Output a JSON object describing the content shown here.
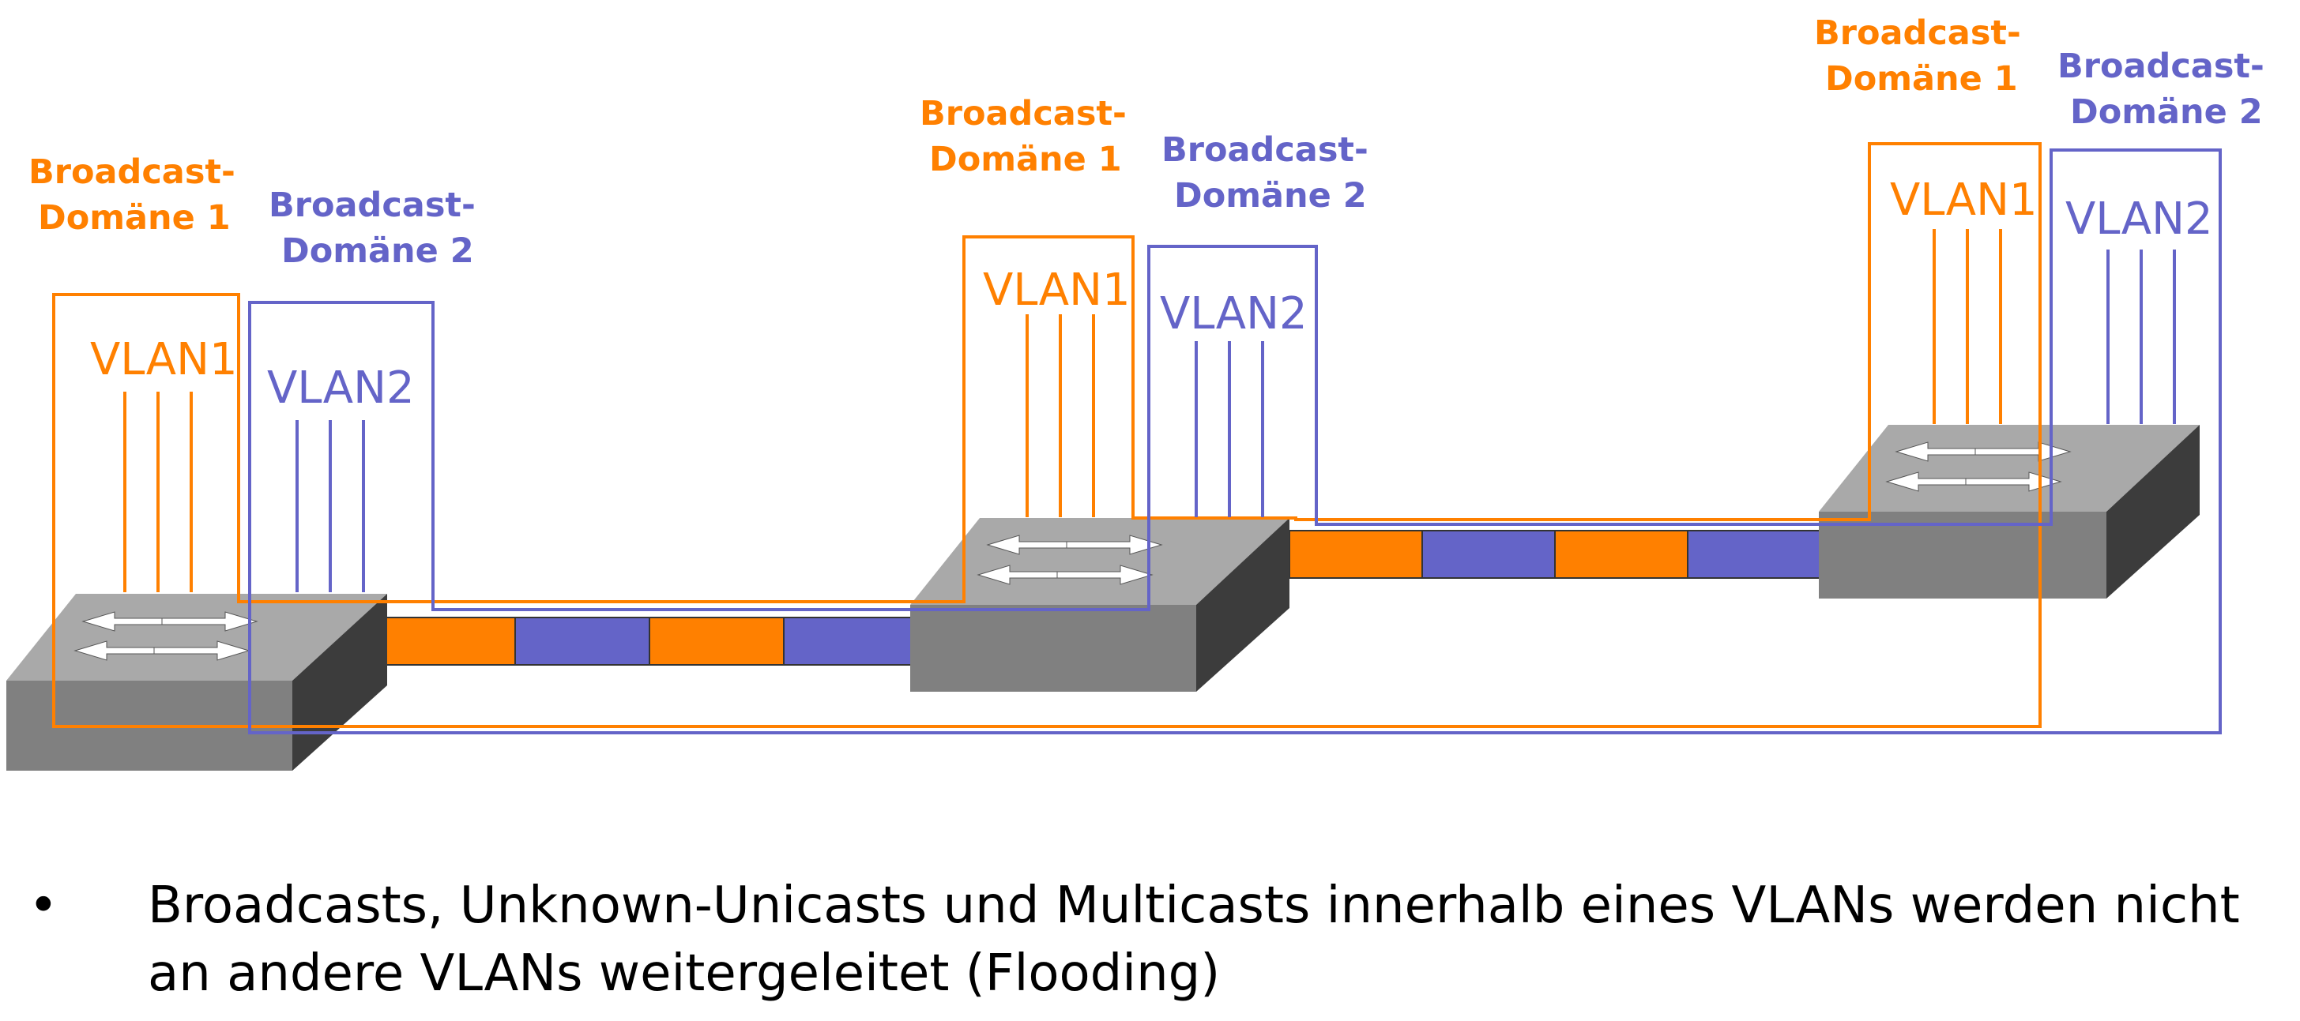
{
  "colors": {
    "vlan1": "#ff8000",
    "vlan2": "#6464c8",
    "switch_top": "#a9a9a9",
    "switch_front": "#808080",
    "switch_side": "#3c3c3c"
  },
  "labels": {
    "bd1_line1": "Broadcast-",
    "bd1_line2": "Domäne 1",
    "bd2_line1": "Broadcast-",
    "bd2_line2": "Domäne 2",
    "vlan1": "VLAN1",
    "vlan2": "VLAN2"
  },
  "icons": [
    "switch-icon"
  ],
  "bullet": {
    "marker": "•",
    "text": "Broadcasts, Unknown-Unicasts und Multicasts innerhalb eines VLANs werden nicht an andere VLANs weitergeleitet (Flooding)"
  }
}
